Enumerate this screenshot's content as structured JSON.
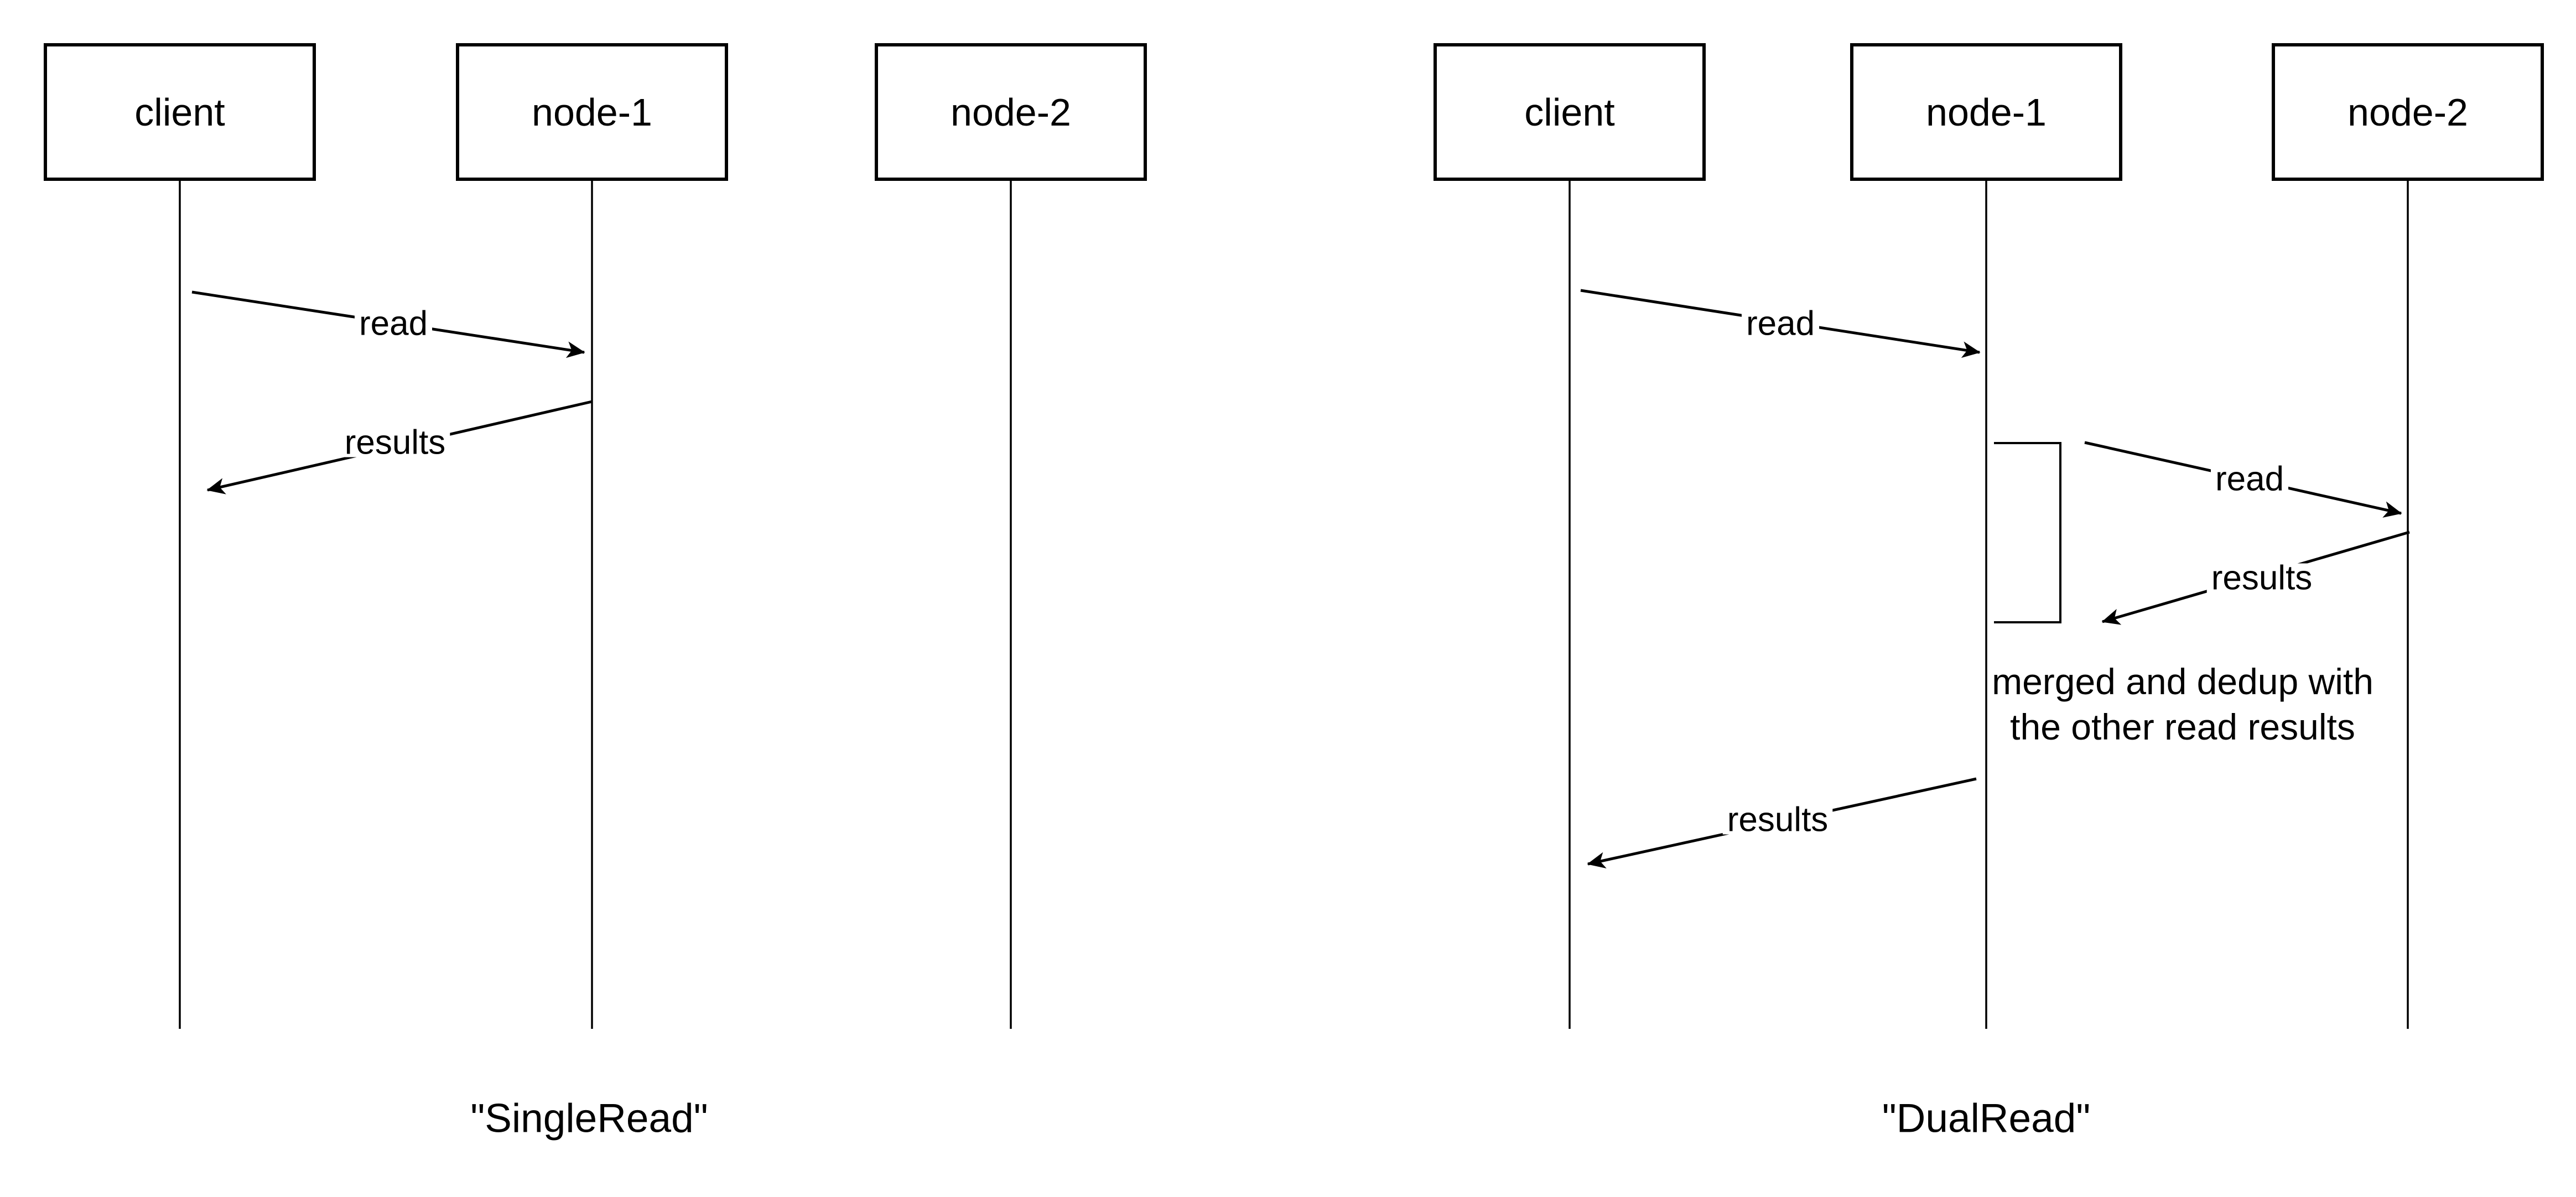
{
  "colors": {
    "background": "#ffffff",
    "stroke": "#000000",
    "text": "#000000"
  },
  "diagrams": [
    {
      "caption": "\"SingleRead\"",
      "actors": [
        {
          "label": "client"
        },
        {
          "label": "node-1"
        },
        {
          "label": "node-2"
        }
      ],
      "messages": [
        {
          "label": "read",
          "from": "client",
          "to": "node-1"
        },
        {
          "label": "results",
          "from": "node-1",
          "to": "client"
        }
      ]
    },
    {
      "caption": "\"DualRead\"",
      "actors": [
        {
          "label": "client"
        },
        {
          "label": "node-1"
        },
        {
          "label": "node-2"
        }
      ],
      "messages": [
        {
          "label": "read",
          "from": "client",
          "to": "node-1"
        },
        {
          "label": "read",
          "from": "node-1",
          "to": "node-2"
        },
        {
          "label": "results",
          "from": "node-2",
          "to": "node-1"
        },
        {
          "label": "results",
          "from": "node-1",
          "to": "client"
        }
      ],
      "note_lines": [
        "merged and dedup with",
        "the other read results"
      ]
    }
  ]
}
